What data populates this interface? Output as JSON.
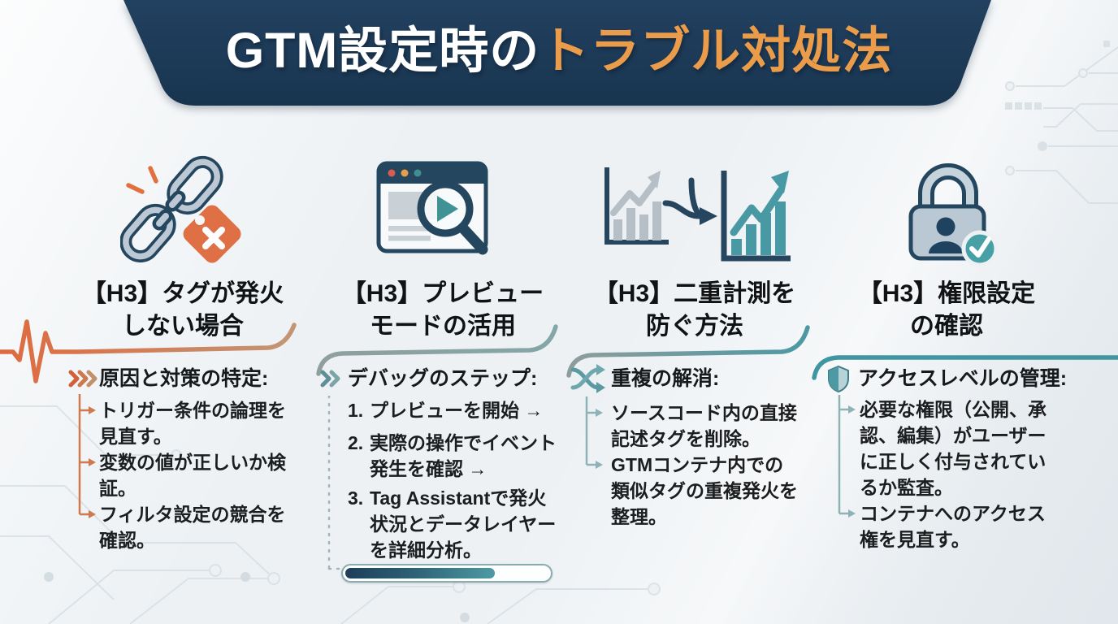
{
  "header": {
    "title_white": "GTM設定時の",
    "title_orange": "トラブル対処法"
  },
  "columns": [
    {
      "icon": "broken-chain-tag",
      "title": "【H3】タグが発火\nしない場合",
      "lead": "原因と対策の特定:",
      "items": [
        "トリガー条件の論理を\n見直す。",
        "変数の値が正しいか検\n証。",
        "フィルタ設定の競合を\n確認。"
      ]
    },
    {
      "icon": "browser-preview-magnifier",
      "title": "【H3】プレビュー\nモードの活用",
      "lead": "デバッグのステップ:",
      "numbers": [
        "1.",
        "2.",
        "3."
      ],
      "items": [
        "プレビューを開始 →",
        "実際の操作でイベント\n発生を確認 →",
        "Tag Assistantで発火\n状況とデータレイヤー\nを詳細分析。"
      ],
      "progress_percent": 72
    },
    {
      "icon": "duplicate-charts-merge",
      "title": "【H3】二重計測を\n防ぐ方法",
      "lead": "重複の解消:",
      "items": [
        "ソースコード内の直接\n記述タグを削除。",
        "GTMコンテナ内での\n類似タグの重複発火を\n整理。"
      ]
    },
    {
      "icon": "lock-permission-check",
      "title": "【H3】権限設定\nの確認",
      "lead": "アクセスレベルの管理:",
      "items": [
        "必要な権限（公開、承\n認、編集）がユーザー\nに正しく付与されてい\nるか監査。",
        "コンテナへのアクセス\n権を見直す。"
      ]
    }
  ],
  "colors": {
    "banner_bg": "#1d3c58",
    "banner_text_white": "#ffffff",
    "banner_text_accent": "#eb9c4a",
    "orange_accent": "#dd6b44",
    "tan_accent": "#c29676",
    "teal_accent": "#4398a2",
    "icon_navy": "#24465f",
    "icon_gray_blue": "#bcc9d4",
    "background": "#edf1f4",
    "body_text": "#1b1d1f"
  }
}
